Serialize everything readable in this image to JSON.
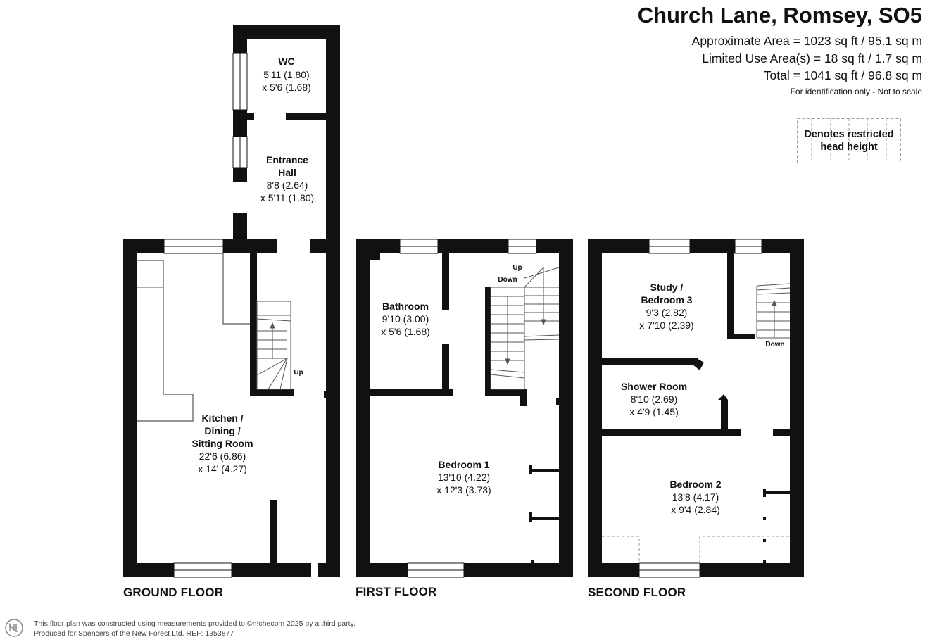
{
  "header": {
    "title": "Church Lane, Romsey, SO5",
    "area_lines": [
      "Approximate Area = 1023 sq ft / 95.1 sq m",
      "Limited Use Area(s) = 18 sq ft / 1.7 sq m",
      "Total = 1041 sq ft / 96.8 sq m"
    ],
    "note": "For identification only - Not to scale"
  },
  "legend": {
    "line1": "Denotes restricted",
    "line2": "head height"
  },
  "floors": {
    "ground": {
      "label": "GROUND FLOOR",
      "rooms": {
        "wc": {
          "name": "WC",
          "dim1": "5'11 (1.80)",
          "dim2": "x 5'6 (1.68)"
        },
        "hall": {
          "name1": "Entrance",
          "name2": "Hall",
          "dim1": "8'8 (2.64)",
          "dim2": "x 5'11 (1.80)"
        },
        "kitchen": {
          "name1": "Kitchen /",
          "name2": "Dining /",
          "name3": "Sitting Room",
          "dim1": "22'6 (6.86)",
          "dim2": "x 14' (4.27)"
        }
      },
      "stair_label": "Up"
    },
    "first": {
      "label": "FIRST FLOOR",
      "rooms": {
        "bathroom": {
          "name": "Bathroom",
          "dim1": "9'10 (3.00)",
          "dim2": "x 5'6 (1.68)"
        },
        "bedroom1": {
          "name": "Bedroom 1",
          "dim1": "13'10 (4.22)",
          "dim2": "x 12'3 (3.73)"
        }
      },
      "stair_up": "Up",
      "stair_down": "Down"
    },
    "second": {
      "label": "SECOND FLOOR",
      "rooms": {
        "study": {
          "name1": "Study /",
          "name2": "Bedroom 3",
          "dim1": "9'3 (2.82)",
          "dim2": "x 7'10 (2.39)"
        },
        "shower": {
          "name": "Shower Room",
          "dim1": "8'10 (2.69)",
          "dim2": "x 4'9 (1.45)"
        },
        "bedroom2": {
          "name": "Bedroom 2",
          "dim1": "13'8 (4.17)",
          "dim2": "x 9'4 (2.84)"
        }
      },
      "stair_down": "Down"
    }
  },
  "footer": {
    "line1": "This floor plan was constructed using measurements provided to ©n!checom 2025 by a third party.",
    "line2": "Produced for Spencers of the New Forest Ltd.    REF:  1353877"
  },
  "colors": {
    "wall": "#111111",
    "window": "#ffffff",
    "fixture": "#555555",
    "restricted": "#9a9a9a"
  }
}
